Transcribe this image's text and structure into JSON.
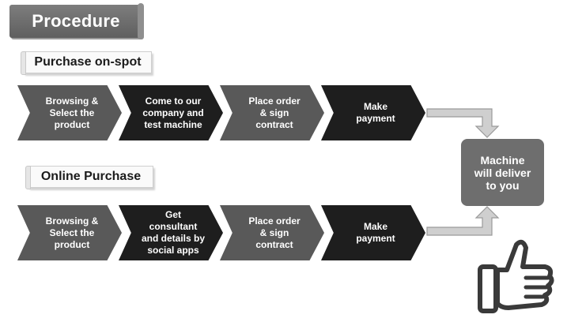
{
  "title": "Procedure",
  "sections": [
    {
      "label": "Purchase on-spot",
      "steps": [
        "Browsing &\nSelect the\nproduct",
        "Come to our\ncompany and\ntest machine",
        "Place order\n& sign\ncontract",
        "Make\npayment"
      ]
    },
    {
      "label": "Online Purchase",
      "steps": [
        "Browsing &\nSelect the\nproduct",
        "Get consultant\nand details by\nsocial apps",
        "Place order\n& sign\ncontract",
        "Make\npayment"
      ]
    }
  ],
  "final_step": "Machine\nwill deliver\nto you",
  "icons": [
    "thumbs-up-icon"
  ],
  "colors": {
    "banner": "#6b6b6b",
    "chevron_grey": "#595959",
    "chevron_black": "#1e1e1e",
    "deliver_box": "#6e6e6e",
    "arrow_fill": "#cfcfcf"
  }
}
